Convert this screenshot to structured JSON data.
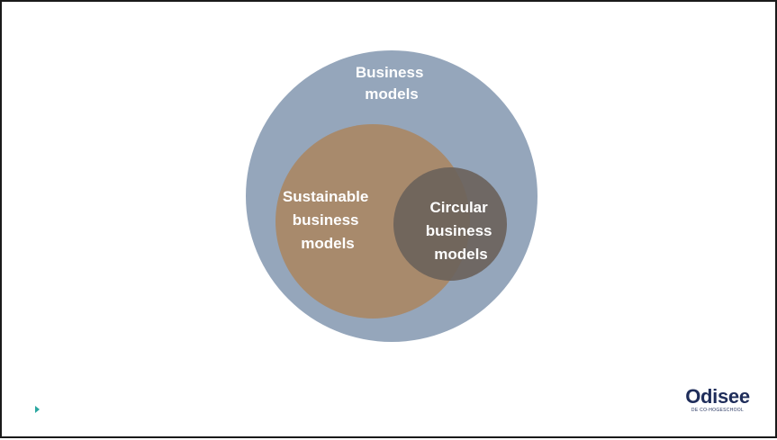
{
  "diagram": {
    "outer": {
      "label": [
        "Business",
        "models"
      ],
      "color": "#95a6bb"
    },
    "middle": {
      "label": [
        "Sustainable",
        "business",
        "models"
      ],
      "color": "#a88a6c"
    },
    "inner": {
      "label": [
        "Circular",
        "business",
        "models"
      ],
      "color": "#6a625b"
    }
  },
  "logo": {
    "name": "Odisee",
    "tagline": "DE CO-HOGESCHOOL",
    "color": "#1f2d5a"
  },
  "marker": {
    "icon": "play-icon",
    "color": "#2aa7a0"
  }
}
